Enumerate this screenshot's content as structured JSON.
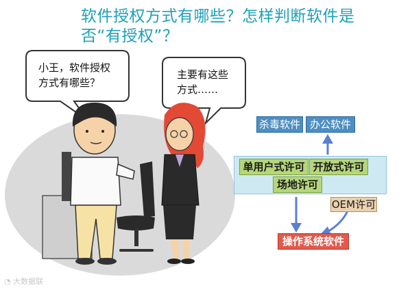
{
  "title": "软件授权方式有哪些？怎样判断软件是否“有授权”？",
  "bubble_left": [
    "小王，软件授权",
    "方式有哪些？"
  ],
  "bubble_right": [
    "主要有这些",
    "方式……"
  ],
  "diagram": {
    "top_left": "杀毒软件",
    "top_right": "办公软件",
    "single_user": "单用户式许可",
    "open_license": "开放式许可",
    "site_license": "场地许可",
    "oem": "OEM许可",
    "os_software": "操作系统软件"
  },
  "colors": {
    "title": "#1f9fb8",
    "green_box": "#b5d67a",
    "blue_box": "#4e8ec2",
    "license_panel": "#cfe9f3",
    "arrow": "#5b7fd6",
    "oem_box": "#ead2b0",
    "os_box": "#e35a4c"
  },
  "watermark": "大数据联"
}
